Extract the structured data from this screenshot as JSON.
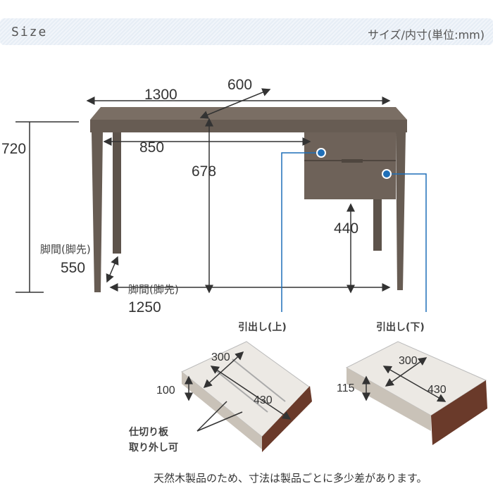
{
  "header": {
    "title": "Size",
    "unit_label": "サイズ/内寸(単位:mm)"
  },
  "desk": {
    "width": "1300",
    "depth": "600",
    "height": "720",
    "inner_width": "850",
    "knee_height": "678",
    "drawer_clearance": "440",
    "leg_span_depth_label": "脚間(脚先)",
    "leg_span_depth": "550",
    "leg_span_width_label": "脚間(脚先)",
    "leg_span_width": "1250"
  },
  "drawers": {
    "upper": {
      "label": "引出し(上)",
      "width": "300",
      "depth": "430",
      "height": "100",
      "note_line1": "仕切り板",
      "note_line2": "取り外し可"
    },
    "lower": {
      "label": "引出し(下)",
      "width": "300",
      "depth": "430",
      "height": "115"
    }
  },
  "footnote": "天然木製品のため、寸法は製品ごとに多少差があります。",
  "colors": {
    "wood": "#6b5f55",
    "accent": "#1f6fb8",
    "drawer_front": "#6a3a2a"
  }
}
